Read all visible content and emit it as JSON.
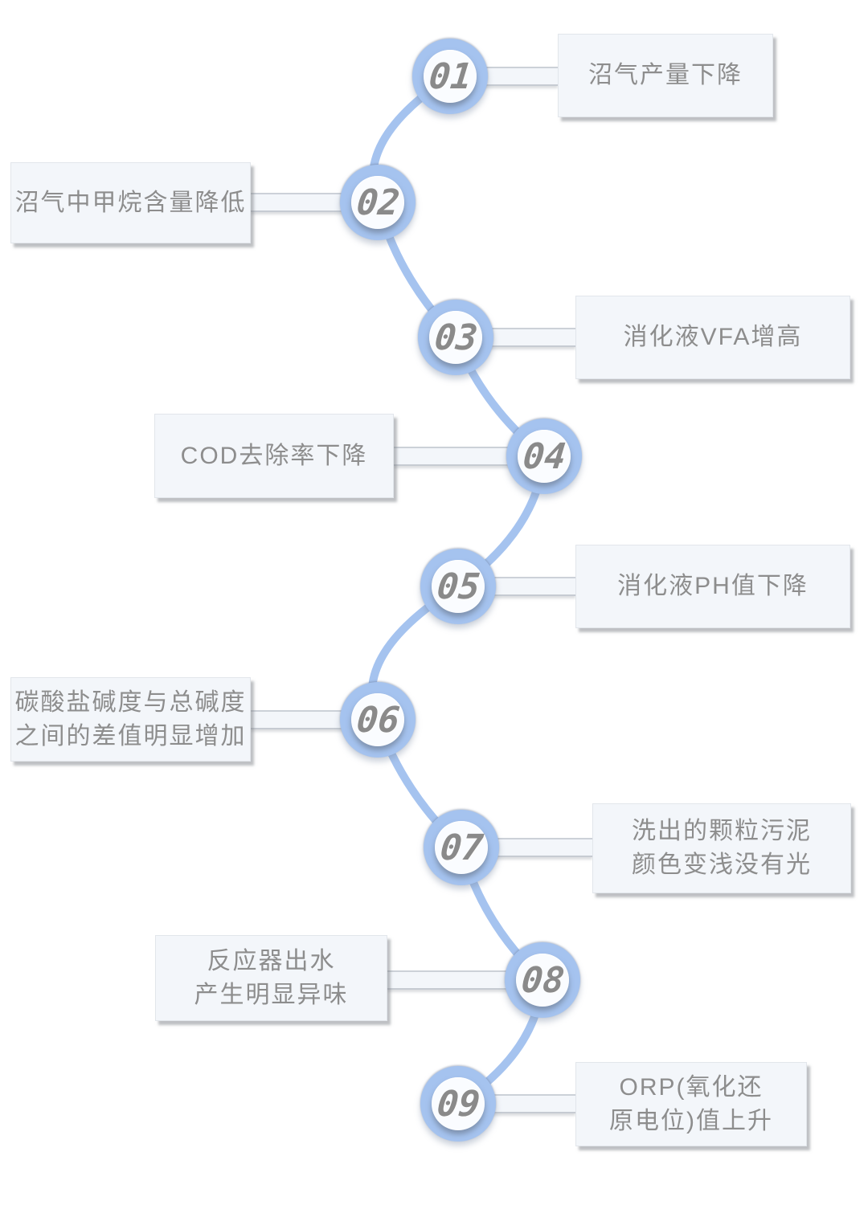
{
  "diagram": {
    "background": "#ffffff",
    "palette": {
      "ring_blue": "#a5c3ef",
      "curve_blue": "#a5c3ef",
      "disc_white": "#fafcff",
      "number_gray": "#8a8a8a",
      "box_bg": "#f3f6fa",
      "box_text": "#8d8d8d"
    },
    "steps": [
      {
        "number": "01",
        "side": "right",
        "lines": [
          "沼气产量下降"
        ]
      },
      {
        "number": "02",
        "side": "left",
        "lines": [
          "沼气中甲烷含量降低"
        ]
      },
      {
        "number": "03",
        "side": "right",
        "lines": [
          "消化液VFA增高"
        ]
      },
      {
        "number": "04",
        "side": "left",
        "lines": [
          "COD去除率下降"
        ]
      },
      {
        "number": "05",
        "side": "right",
        "lines": [
          "消化液PH值下降"
        ]
      },
      {
        "number": "06",
        "side": "left",
        "lines": [
          "碳酸盐碱度与总碱度",
          "之间的差值明显增加"
        ]
      },
      {
        "number": "07",
        "side": "right",
        "lines": [
          "洗出的颗粒污泥",
          "颜色变浅没有光"
        ]
      },
      {
        "number": "08",
        "side": "left",
        "lines": [
          "反应器出水",
          "产生明显异味"
        ]
      },
      {
        "number": "09",
        "side": "right",
        "lines": [
          "ORP(氧化还",
          "原电位)值上升"
        ]
      }
    ]
  }
}
